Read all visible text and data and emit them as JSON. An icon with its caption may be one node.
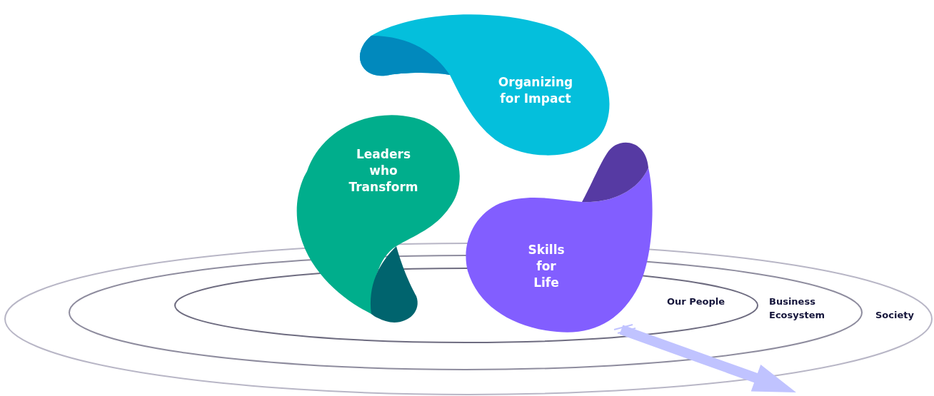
{
  "diagram": {
    "nodes": [
      {
        "text": [
          "Organizing for Impact"
        ]
      },
      {
        "text": [
          "Leaders who Transform"
        ]
      },
      {
        "text": [
          "Skills for Life"
        ]
      },
      {
        "text": [
          "Society"
        ]
      },
      {
        "text": [
          "Business Ecosystem"
        ],
        "in": 3
      },
      {
        "text": [
          "Our People"
        ],
        "in": 4
      }
    ]
  }
}
